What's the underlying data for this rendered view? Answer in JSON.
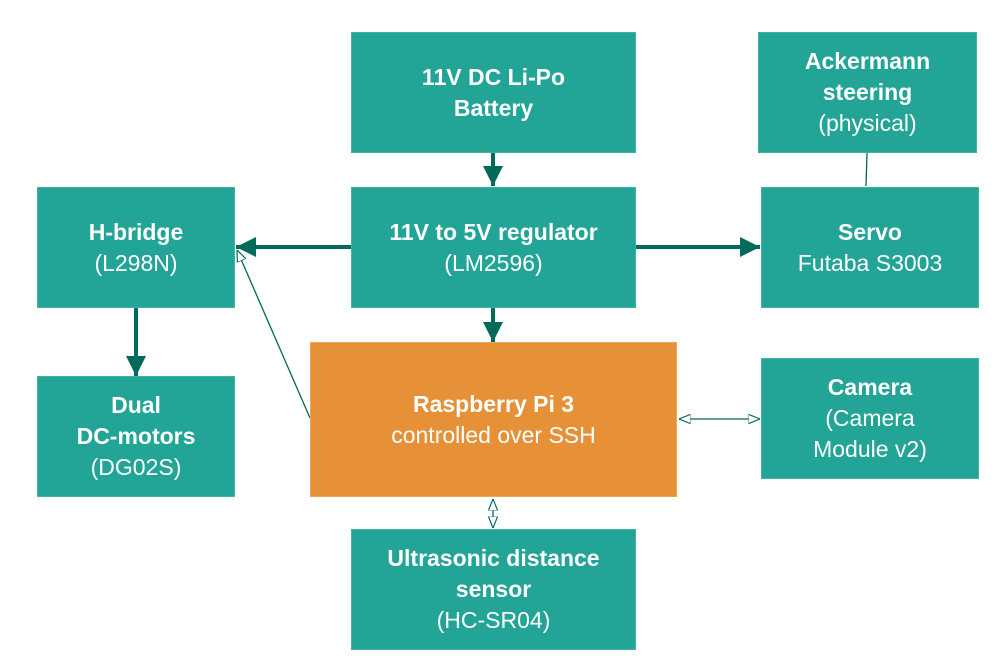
{
  "colors": {
    "box_teal": "#22a496",
    "box_orange": "#e69138",
    "arrow_dark": "#006a5b",
    "text": "#ffffff",
    "background": "#ffffff"
  },
  "nodes": {
    "battery": {
      "lines": [
        "11V DC Li-Po",
        "Battery"
      ]
    },
    "regulator": {
      "title": "11V to 5V regulator",
      "subtitle": "(LM2596)"
    },
    "hbridge": {
      "title": "H-bridge",
      "subtitle": "(L298N)"
    },
    "motors": {
      "title_1": "Dual",
      "title_2": "DC-motors",
      "subtitle": "(DG02S)"
    },
    "ackermann": {
      "title_1": "Ackermann",
      "title_2": "steering",
      "subtitle": "(physical)"
    },
    "servo": {
      "title": "Servo",
      "subtitle": "Futaba S3003"
    },
    "raspberry": {
      "title": "Raspberry Pi 3",
      "subtitle": "controlled over SSH"
    },
    "camera": {
      "title": "Camera",
      "subtitle_1": "(Camera",
      "subtitle_2": "Module v2)"
    },
    "ultrasonic": {
      "title_1": "Ultrasonic distance",
      "title_2": "sensor",
      "subtitle": "(HC-SR04)"
    }
  },
  "edges": [
    {
      "from": "battery",
      "to": "regulator",
      "type": "power"
    },
    {
      "from": "regulator",
      "to": "hbridge",
      "type": "power"
    },
    {
      "from": "regulator",
      "to": "servo",
      "type": "power"
    },
    {
      "from": "regulator",
      "to": "raspberry",
      "type": "power"
    },
    {
      "from": "hbridge",
      "to": "motors",
      "type": "power"
    },
    {
      "from": "ackermann",
      "to": "servo",
      "type": "mechanical"
    },
    {
      "from": "raspberry",
      "to": "hbridge",
      "type": "signal"
    },
    {
      "from": "raspberry",
      "to": "camera",
      "type": "signal-bidirectional"
    },
    {
      "from": "raspberry",
      "to": "ultrasonic",
      "type": "signal-bidirectional"
    }
  ]
}
